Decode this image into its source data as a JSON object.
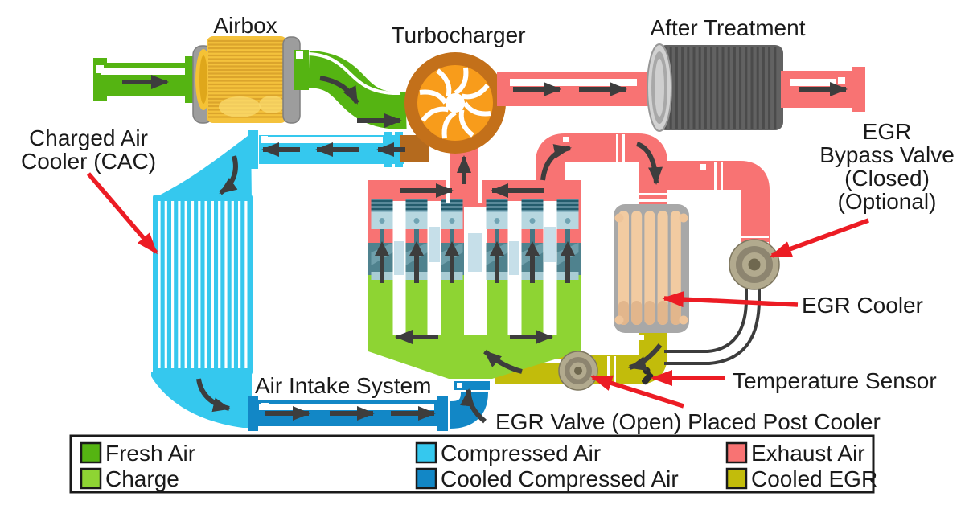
{
  "labels": {
    "airbox": "Airbox",
    "turbocharger": "Turbocharger",
    "after_treatment": "After Treatment",
    "cac_line1": "Charged Air",
    "cac_line2": "Cooler (CAC)",
    "egr_bypass_line1": "EGR",
    "egr_bypass_line2": "Bypass Valve",
    "egr_bypass_line3": "(Closed)",
    "egr_bypass_line4": "(Optional)",
    "egr_cooler": "EGR Cooler",
    "temperature_sensor": "Temperature Sensor",
    "egr_valve_note": "EGR Valve (Open) Placed Post Cooler",
    "air_intake": "Air Intake System"
  },
  "legend": {
    "items": [
      {
        "label": "Fresh Air",
        "color": "#55b412"
      },
      {
        "label": "Charge",
        "color": "#8ed433"
      },
      {
        "label": "Compressed Air",
        "color": "#35c8ee"
      },
      {
        "label": "Cooled Compressed Air",
        "color": "#1287c6"
      },
      {
        "label": "Exhaust Air",
        "color": "#f87373"
      },
      {
        "label": "Cooled EGR",
        "color": "#c2bc0b"
      }
    ]
  },
  "colors": {
    "flow_arrow": "#3d3d3d",
    "annotation_arrow": "#ec1c24",
    "turbo_ring": "#c3701a",
    "turbo_fan": "#f89c1b",
    "airbox_body": "#f4c23c",
    "after_treatment_body": "#626262",
    "egr_cooler_tubes": "#f2cba1",
    "valve_body": "#b2aa8e"
  }
}
